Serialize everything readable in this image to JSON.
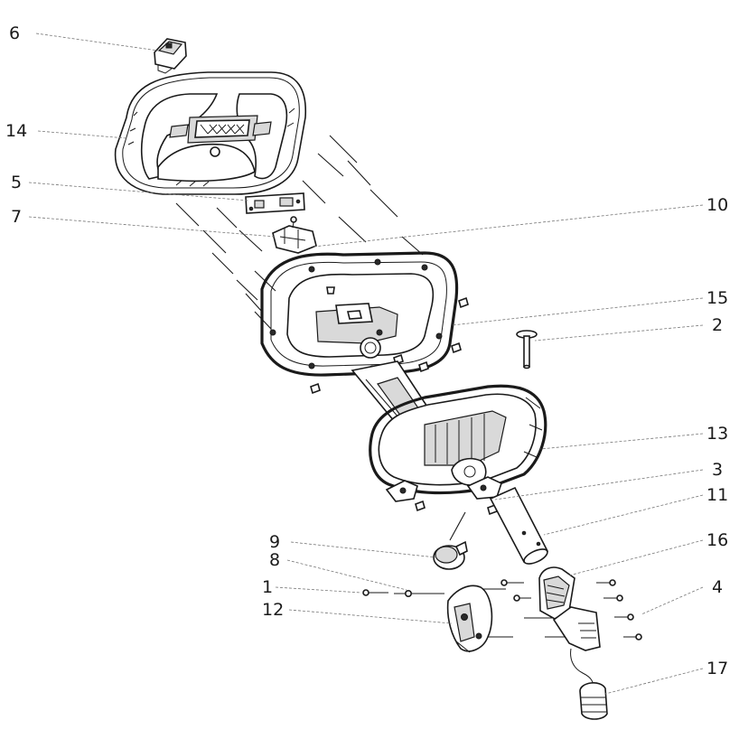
{
  "callouts": [
    {
      "id": "c6",
      "text": "6"
    },
    {
      "id": "c14",
      "text": "14"
    },
    {
      "id": "c5",
      "text": "5"
    },
    {
      "id": "c7",
      "text": "7"
    },
    {
      "id": "c10",
      "text": "10"
    },
    {
      "id": "c15",
      "text": "15"
    },
    {
      "id": "c2",
      "text": "2"
    },
    {
      "id": "c13",
      "text": "13"
    },
    {
      "id": "c3",
      "text": "3"
    },
    {
      "id": "c11",
      "text": "11"
    },
    {
      "id": "c9",
      "text": "9"
    },
    {
      "id": "c8",
      "text": "8"
    },
    {
      "id": "c16",
      "text": "16"
    },
    {
      "id": "c1",
      "text": "1"
    },
    {
      "id": "c4",
      "text": "4"
    },
    {
      "id": "c12",
      "text": "12"
    },
    {
      "id": "c17",
      "text": "17"
    }
  ]
}
